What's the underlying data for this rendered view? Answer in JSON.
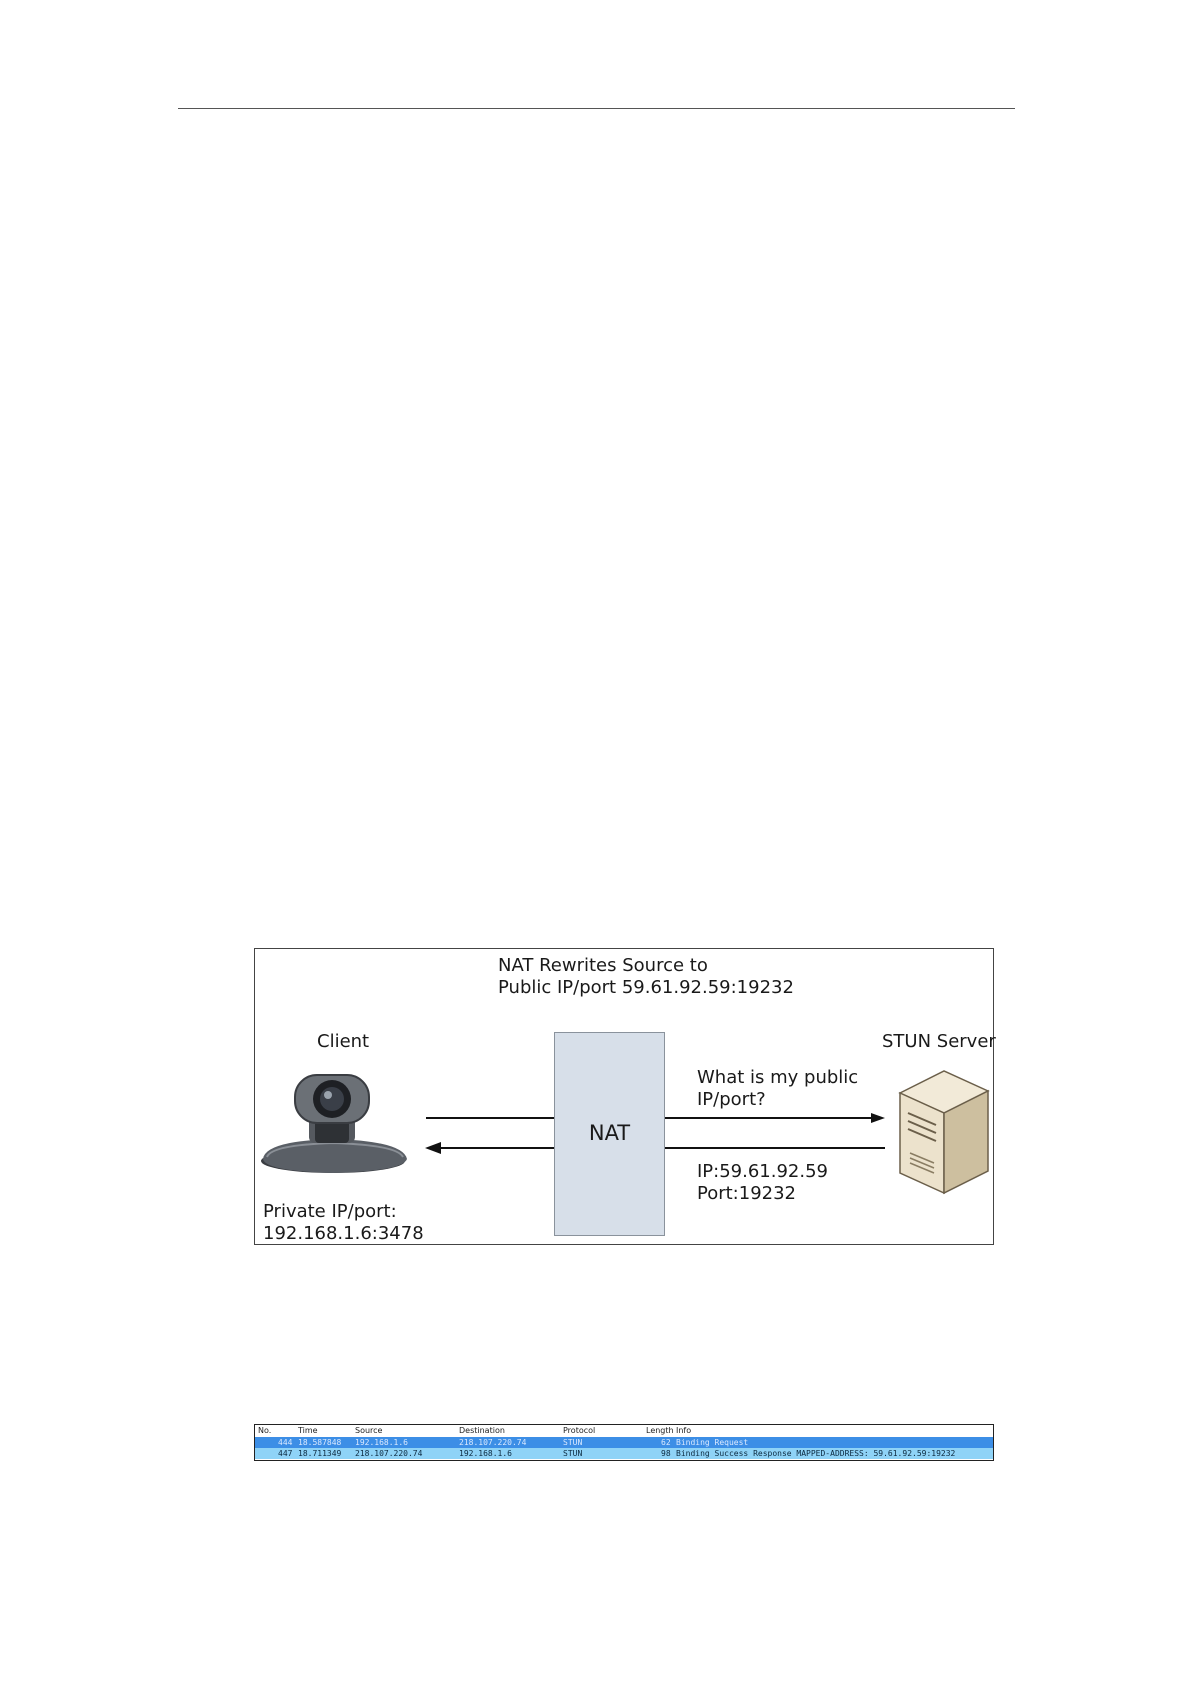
{
  "diagram": {
    "title_line1": "NAT Rewrites Source to",
    "title_line2": "Public IP/port 59.61.92.59:19232",
    "client_label": "Client",
    "server_label": "STUN Server",
    "nat_label": "NAT",
    "request_line1": "What is my public",
    "request_line2": "IP/port?",
    "response_line1": "IP:59.61.92.59",
    "response_line2": "Port:19232",
    "private_line1": "Private IP/port:",
    "private_line2": "192.168.1.6:3478",
    "camera_icon": "video-conference-camera-icon",
    "server_icon": "server-tower-icon"
  },
  "capture": {
    "headers": [
      "No.",
      "Time",
      "Source",
      "Destination",
      "Protocol",
      "Length",
      "Info"
    ],
    "rows": [
      [
        "444",
        "18.587848",
        "192.168.1.6",
        "218.107.220.74",
        "STUN",
        "62",
        "Binding Request"
      ],
      [
        "447",
        "18.711349",
        "218.107.220.74",
        "192.168.1.6",
        "STUN",
        "98",
        "Binding Success Response MAPPED-ADDRESS: 59.61.92.59:19232"
      ]
    ],
    "colors": {
      "selected_row": "#3c8ee6",
      "second_row": "#8fd3f7"
    }
  }
}
